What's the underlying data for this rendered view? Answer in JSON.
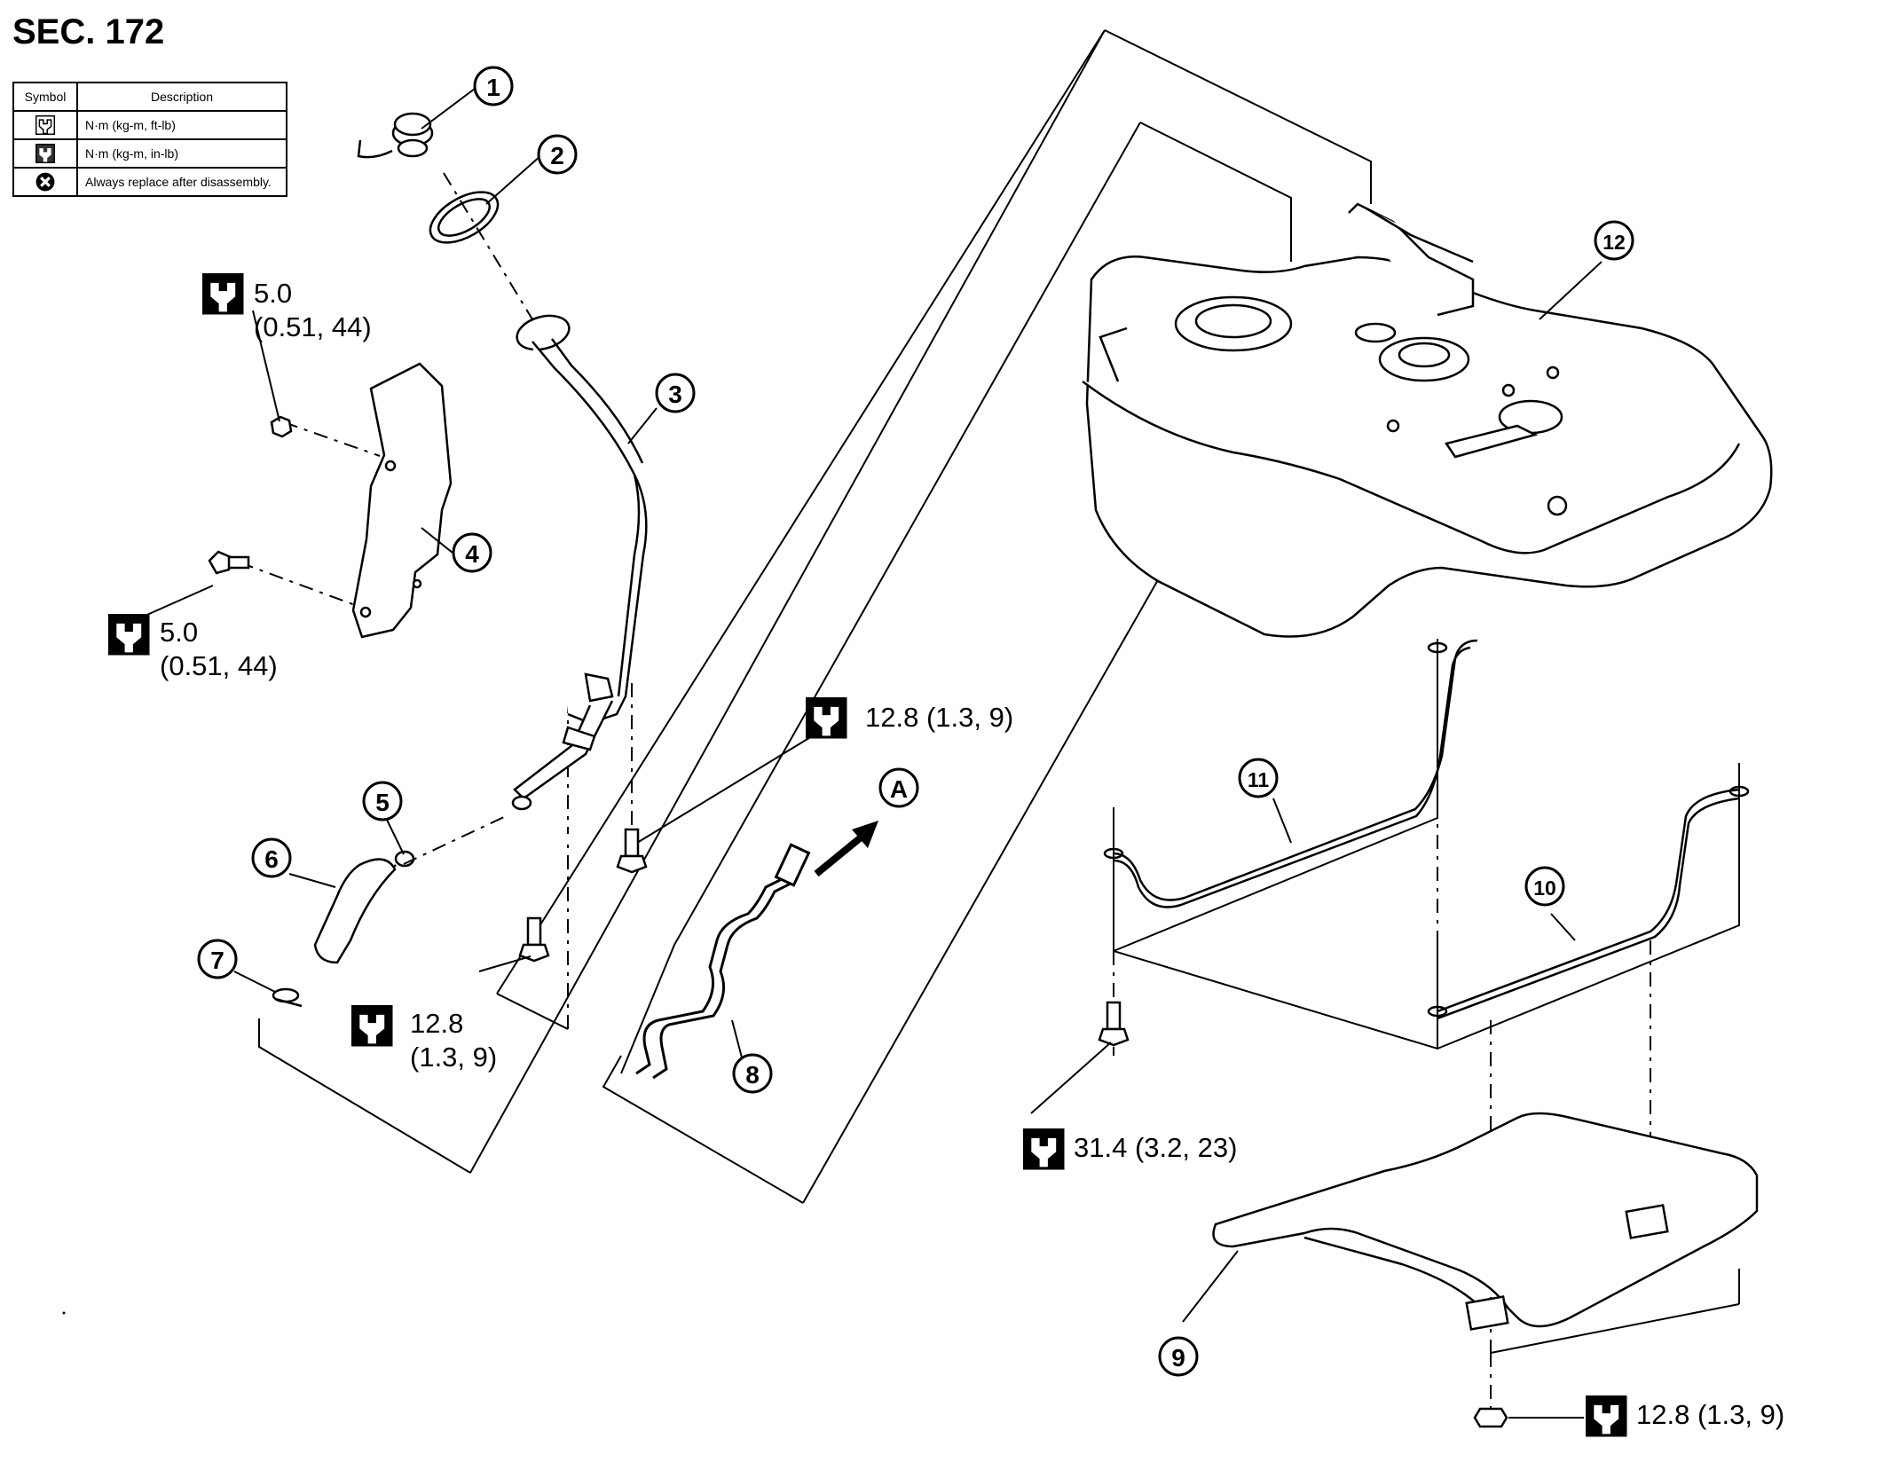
{
  "section_title": "SEC. 172",
  "legend": {
    "headers": {
      "symbol": "Symbol",
      "description": "Description"
    },
    "rows": [
      {
        "icon": "torque-wrench-open-icon",
        "description": "N·m (kg-m, ft-lb)"
      },
      {
        "icon": "torque-wrench-filled-icon",
        "description": "N·m (kg-m, in-lb)"
      },
      {
        "icon": "replace-x-icon",
        "description": "Always replace after disassembly."
      }
    ]
  },
  "part_numbers": [
    "1",
    "2",
    "3",
    "4",
    "5",
    "6",
    "7",
    "8",
    "9",
    "10",
    "11",
    "12"
  ],
  "view_reference": "A",
  "torques": {
    "t1": {
      "value": "5.0",
      "detail": "(0.51, 44)"
    },
    "t2": {
      "value": "5.0",
      "detail": "(0.51, 44)"
    },
    "t3": {
      "text": "12.8 (1.3, 9)"
    },
    "t4": {
      "value": "12.8",
      "detail": "(1.3, 9)"
    },
    "t5": {
      "text": "31.4 (3.2, 23)"
    },
    "t6": {
      "text": "12.8 (1.3, 9)"
    }
  }
}
